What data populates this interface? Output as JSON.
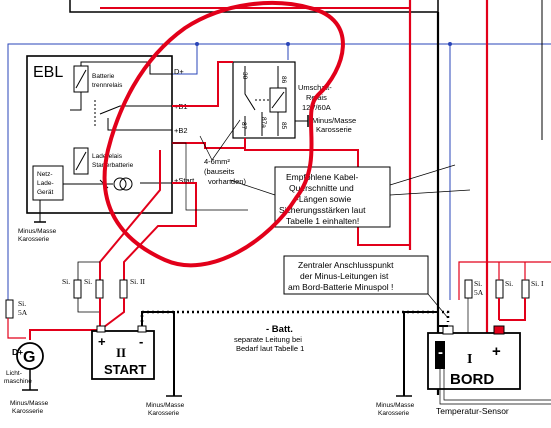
{
  "ebl": {
    "title": "EBL",
    "batterie_trennrelais": [
      "Batterie",
      "trennrelais"
    ],
    "ladeerelais": [
      "Laderelais",
      "Starterbatterie"
    ],
    "netz_lade_geraet": [
      "Netz-",
      "Lade-",
      "Gerät"
    ],
    "terminals": {
      "dplus": "D+",
      "b1": "+B1",
      "b2": "+B2",
      "start": "+Start"
    },
    "minus_masse": [
      "Minus/Masse",
      "Karosserie"
    ]
  },
  "relay": {
    "pins": {
      "p30": "30",
      "p86": "86",
      "p87": "87",
      "p87a": "87a",
      "p85": "85"
    },
    "label": [
      "Umschalt-",
      "Relais",
      "12V/60A"
    ],
    "minus_masse": [
      "Minus/Masse",
      "Karosserie"
    ]
  },
  "cable_note": [
    "4-6mm²",
    "(bauseits",
    "vorhanden)"
  ],
  "recommendation_box": [
    "Empfohlene Kabel-",
    "Querschnitte und",
    "-Längen sowie",
    "Sicherungsstärken laut",
    "Tabelle 1 einhalten!"
  ],
  "minus_note_box": [
    "Zentraler Anschlusspunkt",
    "der Minus-Leitungen ist",
    "am Bord-Batterie Minuspol !"
  ],
  "fuses": {
    "left_si_1": "Si.",
    "left_si_2": "Si.",
    "left_si_3": "Si. II",
    "lima_si": [
      "Si.",
      "5A"
    ],
    "right_si_5a": [
      "Si.",
      "5A"
    ],
    "right_si": "Si.",
    "right_si_i": "Si. I"
  },
  "start_battery": {
    "plus": "+",
    "minus": "-",
    "numeral": "II",
    "label": "START"
  },
  "bord_battery": {
    "minus": "-",
    "plus": "+",
    "numeral": "I",
    "label": "BORD"
  },
  "batt_note": {
    "title": "- Batt.",
    "lines": [
      "separate Leitung bei",
      "Bedarf laut Tabelle 1"
    ]
  },
  "generator": {
    "dplus": "D+",
    "symbol": "G",
    "label": [
      "Licht-",
      "maschine"
    ]
  },
  "ground_labels": {
    "lima": [
      "Minus/Masse",
      "Karosserie"
    ],
    "start": [
      "Minus/Masse",
      "Karosserie"
    ],
    "bord": [
      "Minus/Masse",
      "Karosserie"
    ]
  },
  "temperature_sensor": "Temperatur-Sensor",
  "colors": {
    "wire_red": "#e2001a",
    "wire_blue": "#2a45b8",
    "wire_black": "#000000",
    "overlay_red": "#e2001a"
  }
}
